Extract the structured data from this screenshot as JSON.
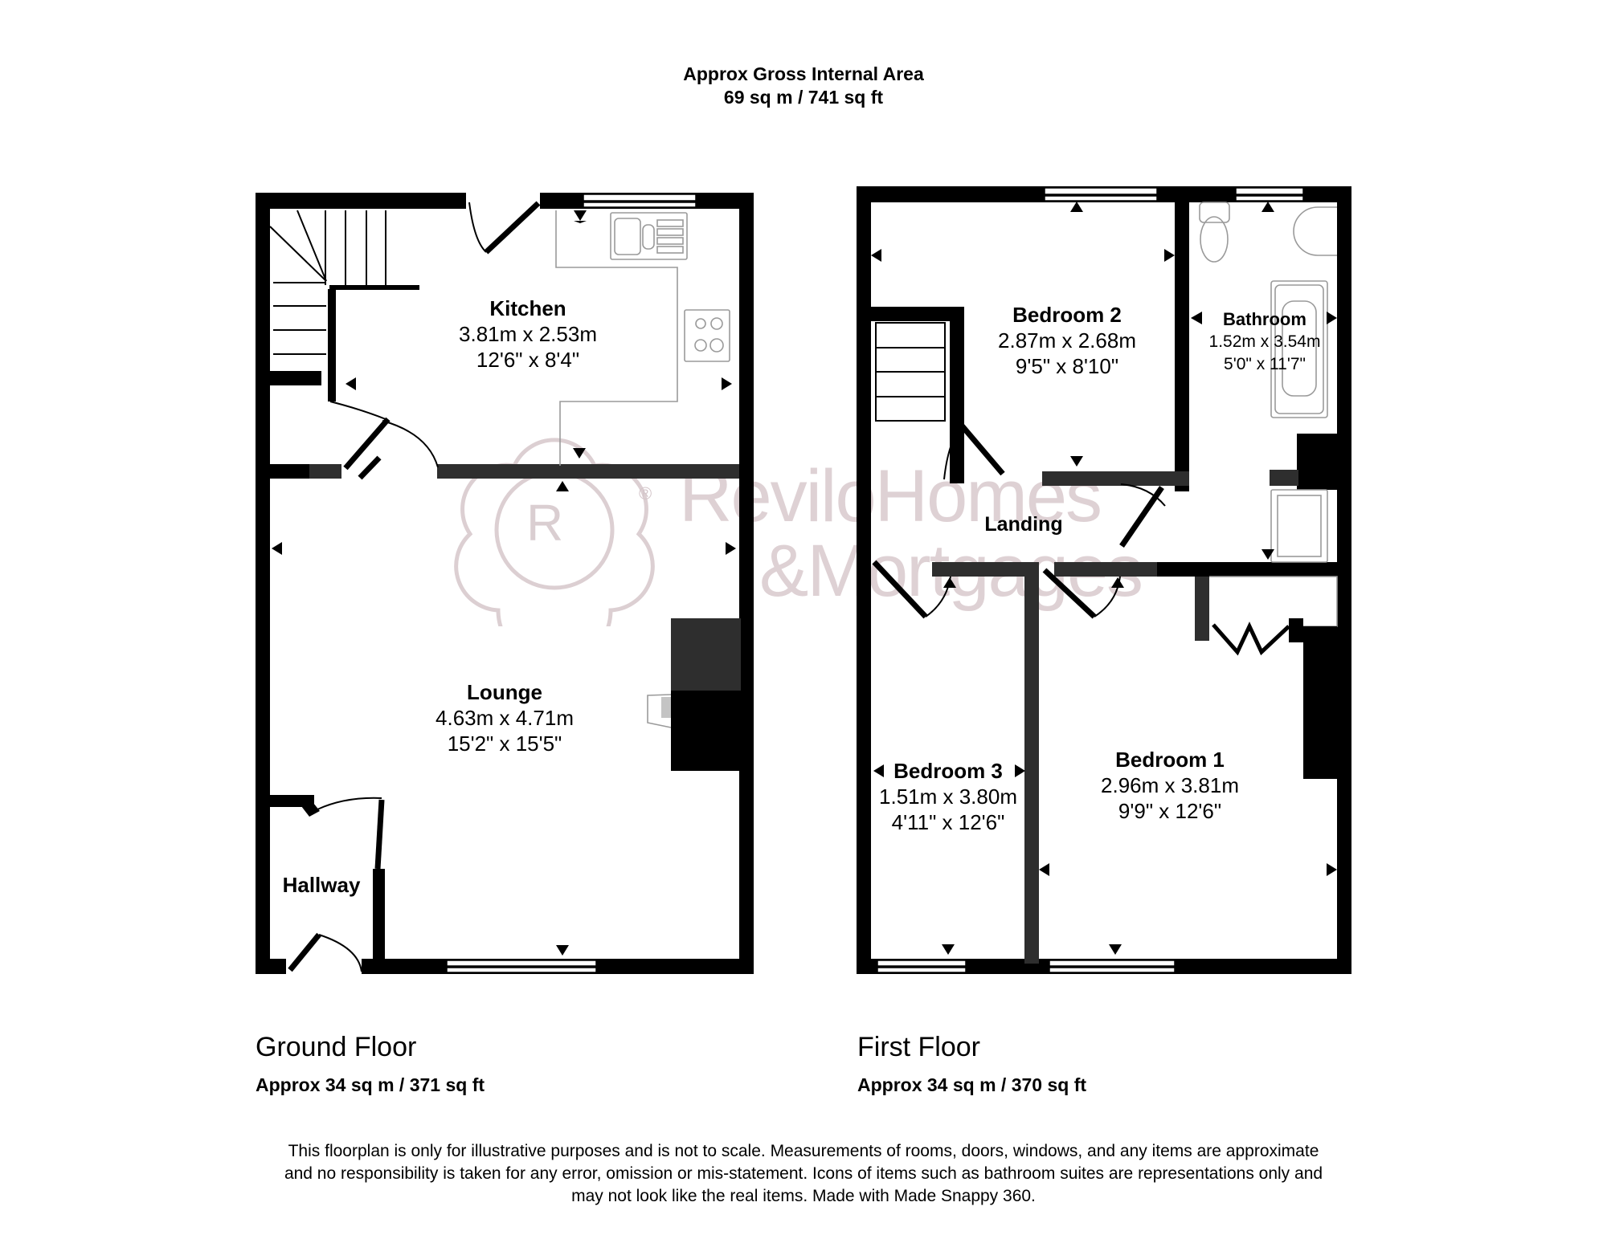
{
  "header": {
    "title": "Approx Gross Internal Area",
    "total_area": "69 sq m / 741 sq ft"
  },
  "watermark": {
    "brand_line1": "ReviloHomes",
    "brand_line2": "&Mortgages",
    "logo_letter": "R",
    "registered_mark": "®",
    "color": "#d9c9cd"
  },
  "floors": [
    {
      "title": "Ground Floor",
      "area": "Approx 34 sq m / 371 sq ft",
      "rooms": [
        {
          "name": "Kitchen",
          "metric": "3.81m x 2.53m",
          "imperial": "12'6\" x 8'4\""
        },
        {
          "name": "Lounge",
          "metric": "4.63m x 4.71m",
          "imperial": "15'2\" x 15'5\""
        },
        {
          "name": "Hallway"
        }
      ]
    },
    {
      "title": "First Floor",
      "area": "Approx 34 sq m / 370 sq ft",
      "rooms": [
        {
          "name": "Bedroom 2",
          "metric": "2.87m x 2.68m",
          "imperial": "9'5\" x 8'10\""
        },
        {
          "name": "Bathroom",
          "metric": "1.52m x 3.54m",
          "imperial": "5'0\" x 11'7\""
        },
        {
          "name": "Landing"
        },
        {
          "name": "Bedroom 3",
          "metric": "1.51m x 3.80m",
          "imperial": "4'11\" x 12'6\""
        },
        {
          "name": "Bedroom 1",
          "metric": "2.96m x 3.81m",
          "imperial": "9'9\" x 12'6\""
        }
      ]
    }
  ],
  "disclaimer": {
    "line1": "This floorplan is only for illustrative purposes and is not to scale. Measurements of rooms, doors, windows, and any items are approximate",
    "line2": "and no responsibility is taken for any error, omission or mis-statement. Icons of items such as bathroom suites are representations only and",
    "line3": "may not look like the real items. Made with Made Snappy 360."
  },
  "colors": {
    "wall": "#000000",
    "fixture_line": "#9a9a9a",
    "background": "#ffffff"
  }
}
